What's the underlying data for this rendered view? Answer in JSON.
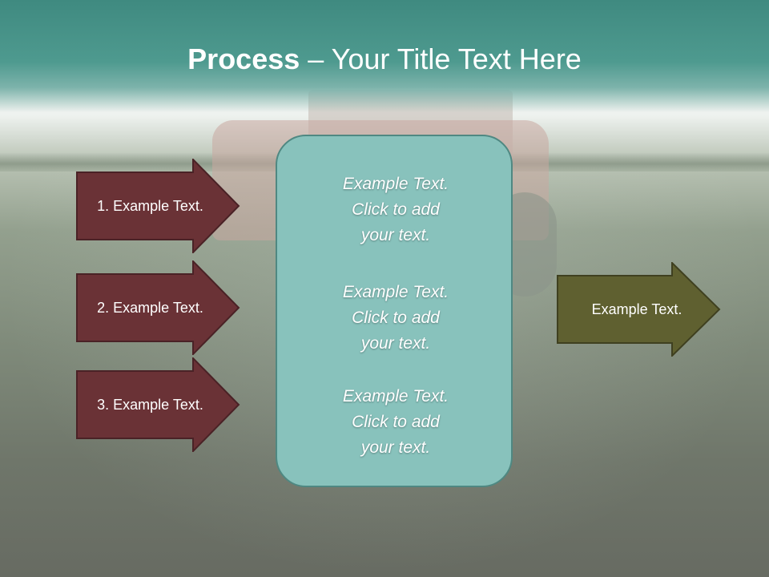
{
  "slide": {
    "title_bold": "Process",
    "title_rest": " – Your Title Text Here"
  },
  "left_arrows": [
    {
      "label": "1. Example Text."
    },
    {
      "label": "2. Example Text."
    },
    {
      "label": "3. Example Text."
    }
  ],
  "center_box": {
    "blocks": [
      {
        "line1": "Example Text.",
        "line2": "Click  to add",
        "line3": "your text."
      },
      {
        "line1": "Example Text.",
        "line2": "Click  to add",
        "line3": "your text."
      },
      {
        "line1": "Example Text.",
        "line2": "Click  to add",
        "line3": "your text."
      }
    ]
  },
  "right_arrow": {
    "label": "Example Text."
  },
  "colors": {
    "title_bar": "#4e9a8f",
    "left_arrow_fill": "#6a3236",
    "right_arrow_fill": "#5f6030",
    "center_box_fill": "#88c2bc"
  }
}
